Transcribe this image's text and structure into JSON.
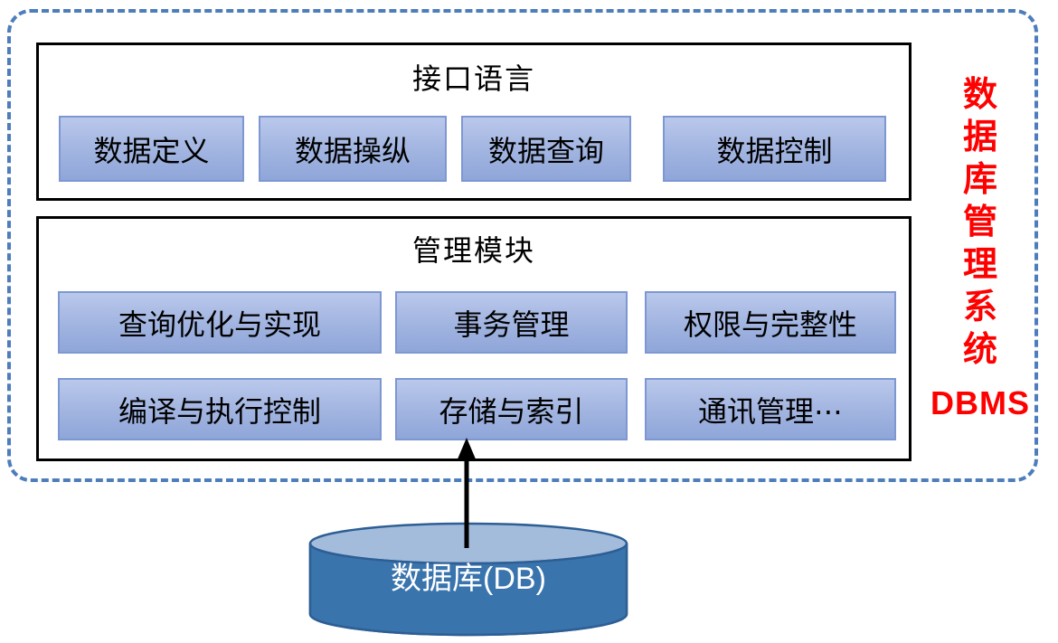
{
  "side": {
    "chars": [
      "数",
      "据",
      "库",
      "管",
      "理",
      "系",
      "统"
    ],
    "full_text": "数据库管理系统",
    "abbrev": "DBMS",
    "color": "#ff0000"
  },
  "interface_panel": {
    "title": "接口语言",
    "boxes": [
      {
        "label": "数据定义"
      },
      {
        "label": "数据操纵"
      },
      {
        "label": "数据查询"
      },
      {
        "label": "数据控制"
      }
    ]
  },
  "module_panel": {
    "title": "管理模块",
    "row1": [
      {
        "label": "查询优化与实现"
      },
      {
        "label": "事务管理"
      },
      {
        "label": "权限与完整性"
      }
    ],
    "row2": [
      {
        "label": "编译与执行控制"
      },
      {
        "label": "存储与索引"
      },
      {
        "label": "通讯管理⋯"
      }
    ]
  },
  "database": {
    "label": "数据库(DB)"
  },
  "colors": {
    "dashed_border": "#4d7dbb",
    "panel_border": "#000000",
    "box_fill_top": "#bac8eb",
    "box_fill_bottom": "#8fa6d9",
    "box_border": "#7d97d2",
    "cylinder_body": "#3a74ad",
    "cylinder_top": "#a3bcdb",
    "cylinder_border": "#2d5e94",
    "accent_red": "#ff0000",
    "arrow": "#000000"
  }
}
